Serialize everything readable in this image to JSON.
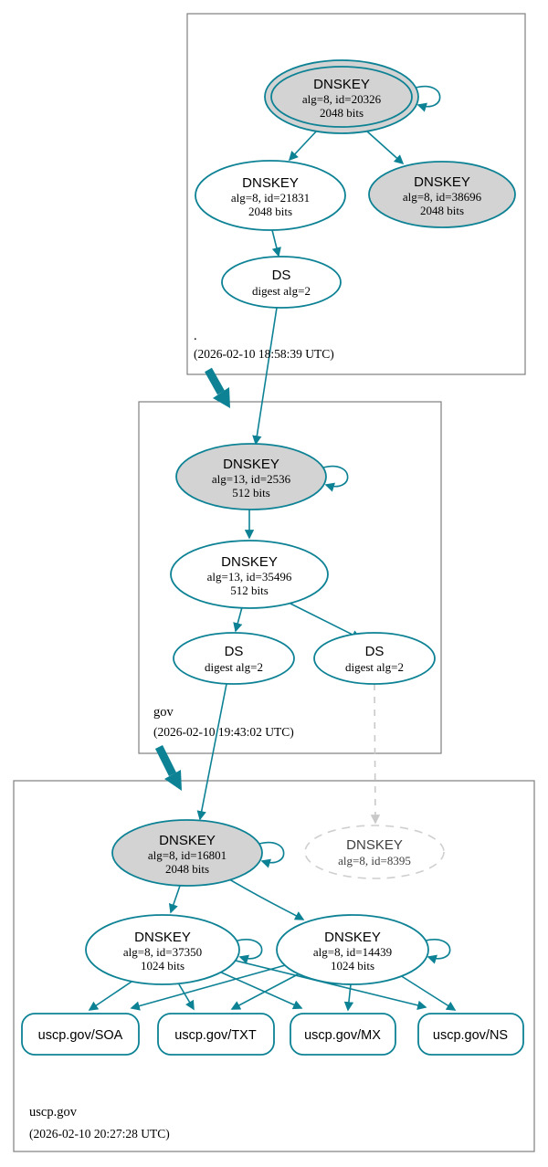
{
  "diagram_type": "DNSSEC authentication chain graph",
  "colors": {
    "secure_teal": "#0d8295",
    "ksk_fill_gray": "#d3d3d3",
    "zone_border_gray": "#7f7f7f",
    "missing_gray": "#cfcfcf"
  },
  "zones": [
    {
      "label": ".",
      "timestamp": "(2026-02-10 18:58:39 UTC)",
      "nodes": [
        {
          "title": "DNSKEY",
          "line2": "alg=8, id=20326",
          "line3": "2048 bits"
        },
        {
          "title": "DNSKEY",
          "line2": "alg=8, id=21831",
          "line3": "2048 bits"
        },
        {
          "title": "DNSKEY",
          "line2": "alg=8, id=38696",
          "line3": "2048 bits"
        },
        {
          "title": "DS",
          "line2": "digest alg=2"
        }
      ]
    },
    {
      "label": "gov",
      "timestamp": "(2026-02-10 19:43:02 UTC)",
      "nodes": [
        {
          "title": "DNSKEY",
          "line2": "alg=13, id=2536",
          "line3": "512 bits"
        },
        {
          "title": "DNSKEY",
          "line2": "alg=13, id=35496",
          "line3": "512 bits"
        },
        {
          "title": "DS",
          "line2": "digest alg=2"
        },
        {
          "title": "DS",
          "line2": "digest alg=2"
        }
      ]
    },
    {
      "label": "uscp.gov",
      "timestamp": "(2026-02-10 20:27:28 UTC)",
      "nodes": [
        {
          "title": "DNSKEY",
          "line2": "alg=8, id=16801",
          "line3": "2048 bits"
        },
        {
          "title": "DNSKEY",
          "line2": "alg=8, id=8395"
        },
        {
          "title": "DNSKEY",
          "line2": "alg=8, id=37350",
          "line3": "1024 bits"
        },
        {
          "title": "DNSKEY",
          "line2": "alg=8, id=14439",
          "line3": "1024 bits"
        }
      ],
      "rrsets": [
        {
          "label": "uscp.gov/SOA"
        },
        {
          "label": "uscp.gov/TXT"
        },
        {
          "label": "uscp.gov/MX"
        },
        {
          "label": "uscp.gov/NS"
        }
      ]
    }
  ]
}
